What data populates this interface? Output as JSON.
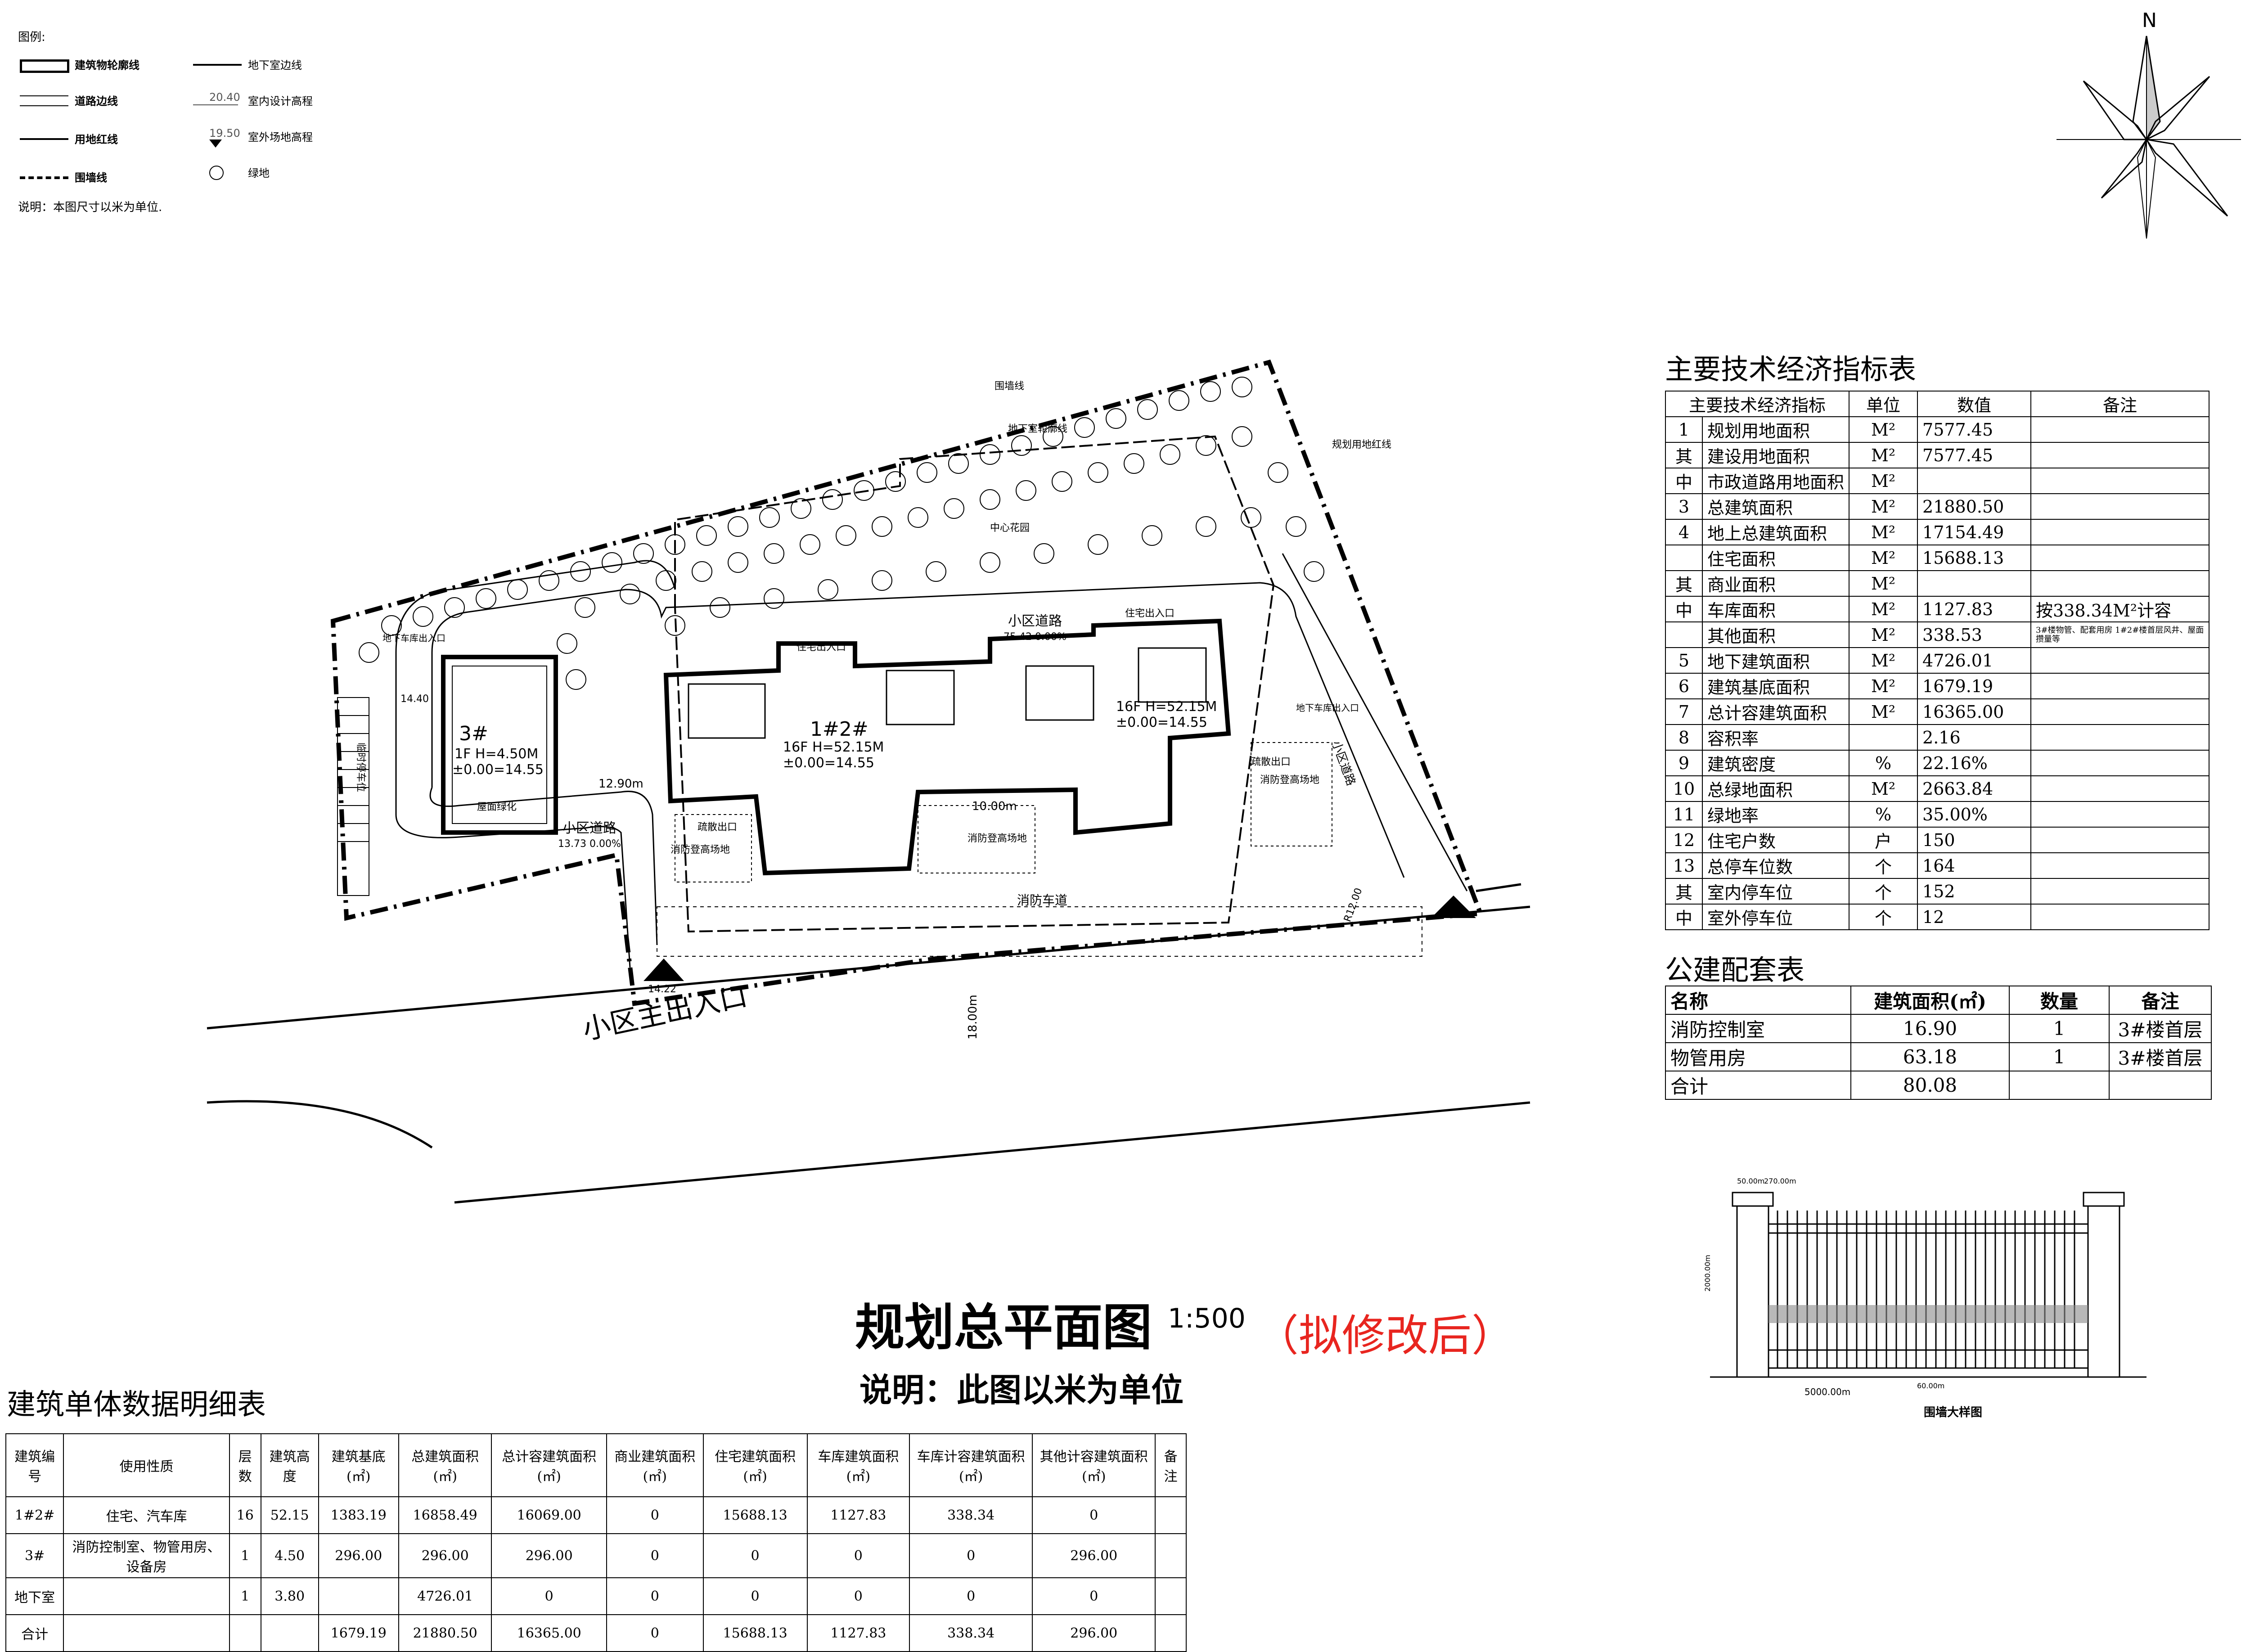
{
  "legend": {
    "title": "图例:",
    "items": [
      {
        "label": "建筑物轮廓线"
      },
      {
        "label": "道路边线"
      },
      {
        "label": "用地红线"
      },
      {
        "label": "围墙线"
      },
      {
        "label": "地下室边线"
      },
      {
        "label": "室内设计高程",
        "value": "20.40"
      },
      {
        "label": "室外场地高程",
        "value": "19.50"
      },
      {
        "label": "绿地"
      }
    ],
    "note": "说明：本图尺寸以米为单位."
  },
  "compass": {
    "north": "N"
  },
  "plan": {
    "title": "规划总平面图",
    "scale": "1:500",
    "revision": "（拟修改后）",
    "note": "说明：此图以米为单位",
    "labels": {
      "main_entrance": "小区主出入口",
      "building_3": "3#",
      "building_3_height": "1F H=4.50M",
      "building_3_elev": "±0.00=14.55",
      "roof_green": "屋面绿化",
      "building_12": "1#2#",
      "building_12_left": "16F H=52.15M",
      "building_12_left_elev": "±0.00=14.55",
      "building_12_right": "16F H=52.15M",
      "building_12_right_elev": "±0.00=14.55",
      "road_north": "小区道路",
      "road_north_dims": "75.42 0.00%",
      "road_south": "小区道路",
      "road_south_dims": "13.73 0.00%",
      "road_east": "小区道路",
      "center_garden": "中心花园",
      "fire_lane": "消防车道",
      "fire_site_1": "消防登高场地",
      "fire_site_2": "消防登高场地",
      "fire_site_3": "消防登高场地",
      "evac_1": "疏散出口",
      "evac_2": "疏散出口",
      "entrance_1": "住宅出入口",
      "entrance_2": "住宅出入口",
      "wall_line": "围墙线",
      "basement_line": "地下室轮廓线",
      "red_line": "规划用地红线",
      "basement_entry": "地下车库出入口",
      "basement_exit": "地下车库出入口",
      "parking": "临时停车位",
      "dim_18": "18.00m",
      "dim_10": "10.00m",
      "dim_1290": "12.90m",
      "elev_1440": "14.40",
      "elev_1422": "14.22",
      "r_1200": "R12.00"
    }
  },
  "eco_table": {
    "title": "主要技术经济指标表",
    "header": [
      "主要技术经济指标",
      "单位",
      "数值",
      "备注"
    ],
    "rows": [
      [
        "1",
        "规划用地面积",
        "M²",
        "7577.45",
        ""
      ],
      [
        "其",
        "建设用地面积",
        "M²",
        "7577.45",
        ""
      ],
      [
        "中",
        "市政道路用地面积",
        "M²",
        "",
        ""
      ],
      [
        "3",
        "总建筑面积",
        "M²",
        "21880.50",
        ""
      ],
      [
        "4",
        "地上总建筑面积",
        "M²",
        "17154.49",
        ""
      ],
      [
        "",
        "住宅面积",
        "M²",
        "15688.13",
        ""
      ],
      [
        "其",
        "商业面积",
        "M²",
        "",
        ""
      ],
      [
        "中",
        "车库面积",
        "M²",
        "1127.83",
        "按338.34M²计容"
      ],
      [
        "",
        "其他面积",
        "M²",
        "338.53",
        "3#楼物管、配套用房 1#2#楼首层风井、屋面攒量等"
      ],
      [
        "5",
        "地下建筑面积",
        "M²",
        "4726.01",
        ""
      ],
      [
        "6",
        "建筑基底面积",
        "M²",
        "1679.19",
        ""
      ],
      [
        "7",
        "总计容建筑面积",
        "M²",
        "16365.00",
        ""
      ],
      [
        "8",
        "容积率",
        "",
        "2.16",
        ""
      ],
      [
        "9",
        "建筑密度",
        "%",
        "22.16%",
        ""
      ],
      [
        "10",
        "总绿地面积",
        "M²",
        "2663.84",
        ""
      ],
      [
        "11",
        "绿地率",
        "%",
        "35.00%",
        ""
      ],
      [
        "12",
        "住宅户数",
        "户",
        "150",
        ""
      ],
      [
        "13",
        "总停车位数",
        "个",
        "164",
        ""
      ],
      [
        "其",
        "室内停车位",
        "个",
        "152",
        ""
      ],
      [
        "中",
        "室外停车位",
        "个",
        "12",
        ""
      ]
    ]
  },
  "pub_table": {
    "title": "公建配套表",
    "header": [
      "名称",
      "建筑面积(㎡)",
      "数量",
      "备注"
    ],
    "rows": [
      [
        "消防控制室",
        "16.90",
        "1",
        "3#楼首层"
      ],
      [
        "物管用房",
        "63.18",
        "1",
        "3#楼首层"
      ],
      [
        "合计",
        "80.08",
        "",
        ""
      ]
    ]
  },
  "bld_table": {
    "title": "建筑单体数据明细表",
    "header": [
      "建筑编号",
      "使用性质",
      "层数",
      "建筑高度",
      "建筑基底(㎡)",
      "总建筑面积(㎡)",
      "总计容建筑面积(㎡)",
      "商业建筑面积(㎡)",
      "住宅建筑面积(㎡)",
      "车库建筑面积(㎡)",
      "车库计容建筑面积(㎡)",
      "其他计容建筑面积(㎡)",
      "备注"
    ],
    "rows": [
      [
        "1#2#",
        "住宅、汽车库",
        "16",
        "52.15",
        "1383.19",
        "16858.49",
        "16069.00",
        "0",
        "15688.13",
        "1127.83",
        "338.34",
        "0",
        ""
      ],
      [
        "3#",
        "消防控制室、物管用房、设备房",
        "1",
        "4.50",
        "296.00",
        "296.00",
        "296.00",
        "0",
        "0",
        "0",
        "0",
        "296.00",
        ""
      ],
      [
        "地下室",
        "",
        "1",
        "3.80",
        "",
        "4726.01",
        "0",
        "0",
        "0",
        "0",
        "0",
        "0",
        ""
      ],
      [
        "合计",
        "",
        "",
        "",
        "1679.19",
        "21880.50",
        "16365.00",
        "0",
        "15688.13",
        "1127.83",
        "338.34",
        "296.00",
        ""
      ]
    ]
  },
  "fence": {
    "caption": "围墙大样图",
    "total": "5000.00m",
    "dims": [
      "50.00m",
      "270.00m",
      "60.00m",
      "2000.00m"
    ]
  }
}
